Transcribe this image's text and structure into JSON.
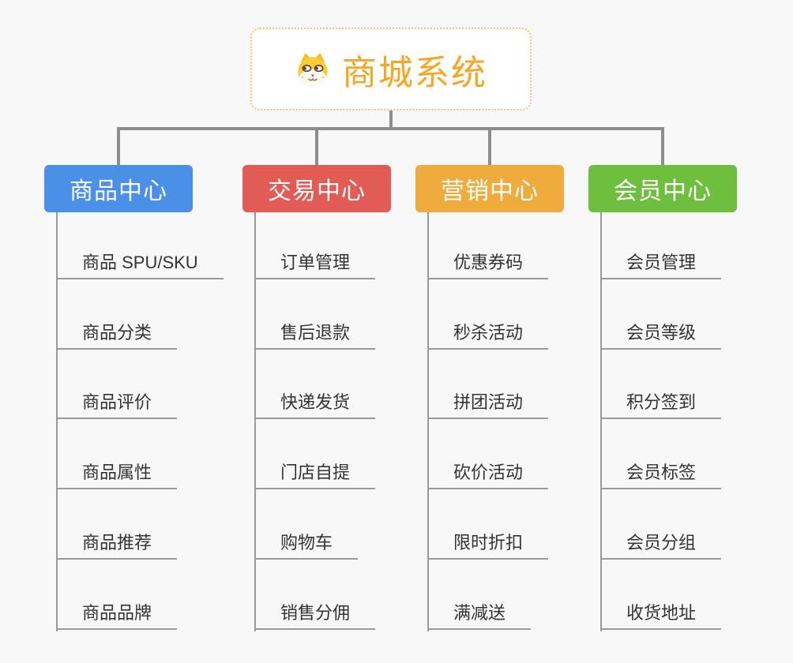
{
  "background_color": "#F8F8F8",
  "connector_color": "#8D8D8D",
  "leaf_line_color": "#9A9A9A",
  "leaf_text_color": "#333333",
  "root": {
    "label": "商城系统",
    "icon": "dog-icon",
    "text_color": "#F5A623",
    "border_color": "#F3C173",
    "background": "#FFFFFF"
  },
  "branches": [
    {
      "label": "商品中心",
      "color": "#4A90E8",
      "children": [
        "商品 SPU/SKU",
        "商品分类",
        "商品评价",
        "商品属性",
        "商品推荐",
        "商品品牌"
      ]
    },
    {
      "label": "交易中心",
      "color": "#E25B55",
      "children": [
        "订单管理",
        "售后退款",
        "快递发货",
        "门店自提",
        "购物车",
        "销售分佣"
      ]
    },
    {
      "label": "营销中心",
      "color": "#EFAC3D",
      "children": [
        "优惠券码",
        "秒杀活动",
        "拼团活动",
        "砍价活动",
        "限时折扣",
        "满减送"
      ]
    },
    {
      "label": "会员中心",
      "color": "#6FBF3F",
      "children": [
        "会员管理",
        "会员等级",
        "积分签到",
        "会员标签",
        "会员分组",
        "收货地址"
      ]
    }
  ]
}
